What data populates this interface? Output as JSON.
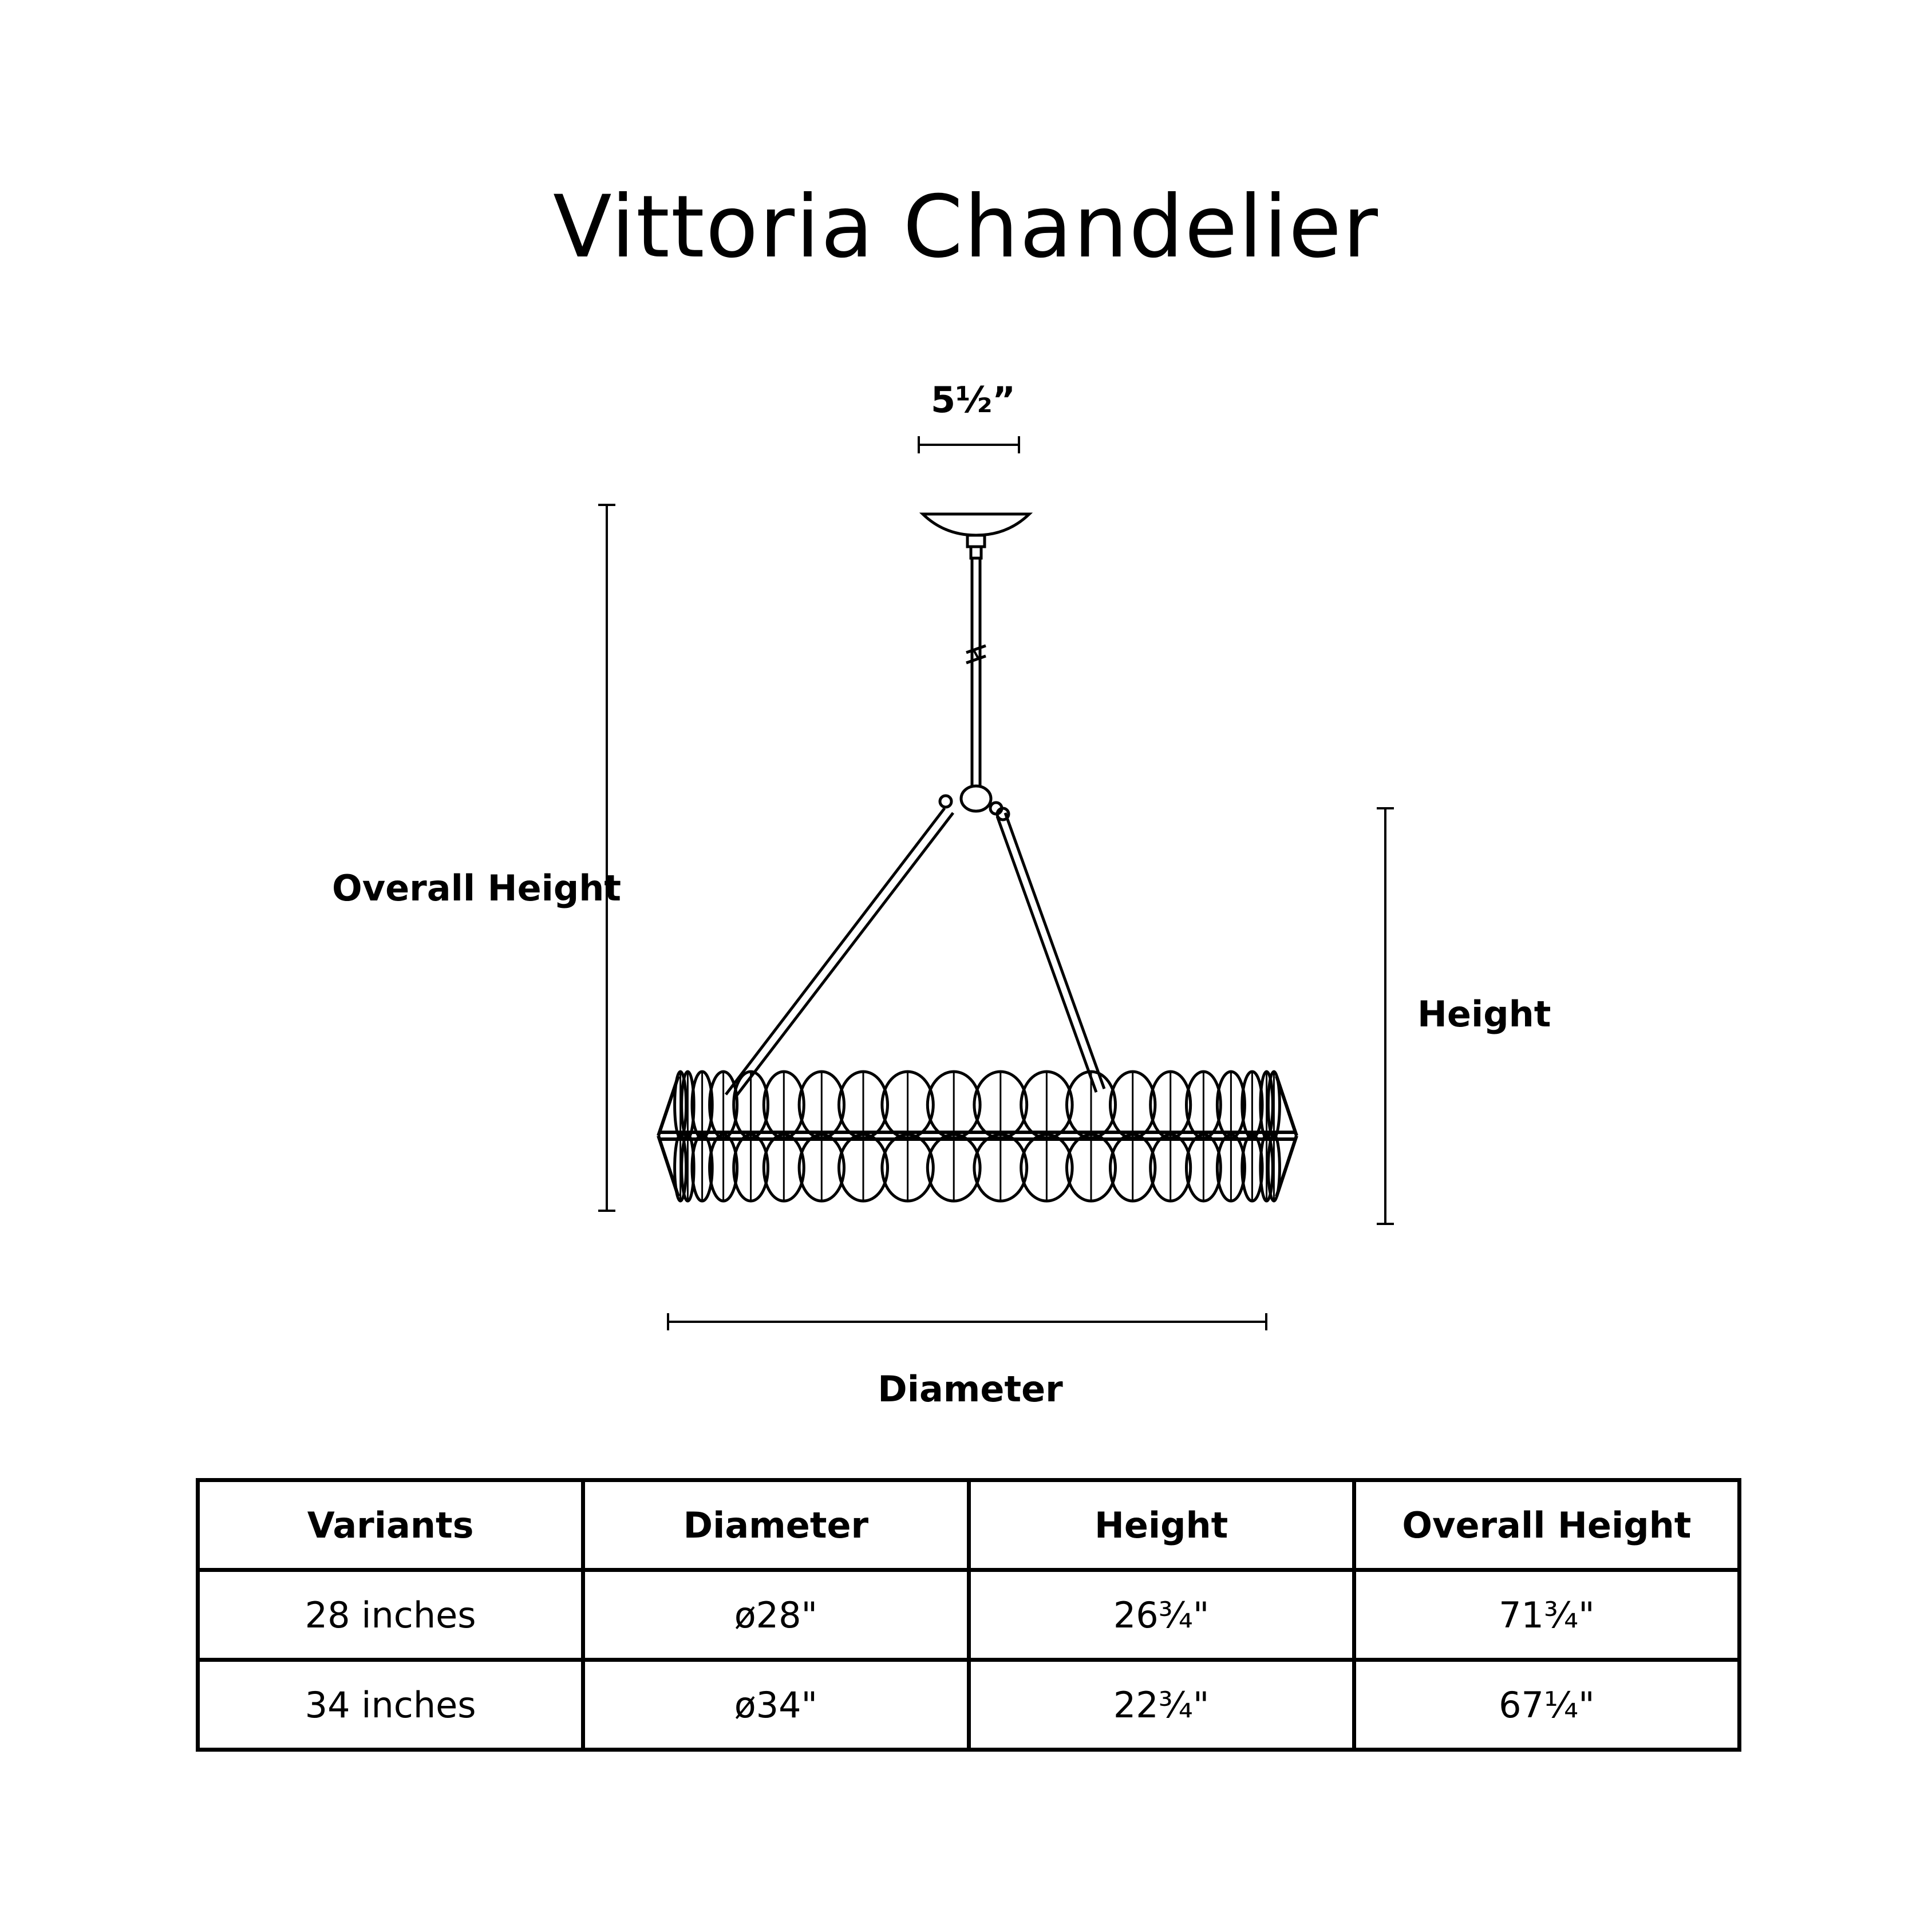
{
  "title": "Vittoria Chandelier",
  "dimension_labels": {
    "canopy": "5½”",
    "overall_height": "Overall Height",
    "height": "Height",
    "diameter": "Diameter"
  },
  "table": {
    "headers": [
      "Variants",
      "Diameter",
      "Height",
      "Overall Height"
    ],
    "rows": [
      [
        "28 inches",
        "ø28\"",
        "26¾\"",
        "71¾\""
      ],
      [
        "34 inches",
        "ø34\"",
        "22¾\"",
        "67¼\""
      ]
    ]
  },
  "colors": {
    "ink": "#000000",
    "background": "#ffffff"
  }
}
